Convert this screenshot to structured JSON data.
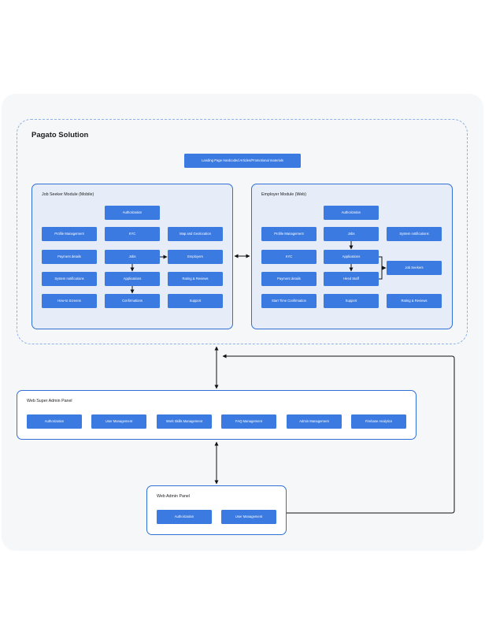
{
  "title": "Pagato Solution",
  "landing": "Landing Page Hardcoded Articles/Promotional materials",
  "job_seeker": {
    "title": "Job Seeker Module (Mobile)",
    "authorization": "Authorization",
    "profile_management": "Profile Management",
    "kyc": "KYC",
    "map_geolocation": "Map and Geolocation",
    "payment_details": "Payment details",
    "jobs": "Jobs",
    "employers": "Employers",
    "system_notifications": "System notifications",
    "applications": "Applications",
    "rating_reviews": "Rating & Reviews",
    "how_to_screens": "How-to Screens",
    "confirmations": "Confirmations",
    "support": "Support"
  },
  "employer": {
    "title": "Employer Module (Web)",
    "authorization": "Authorization",
    "profile_management": "Profile Management",
    "jobs": "Jobs",
    "system_notifications": "System notifications",
    "kyc": "KYC",
    "applications": "Applications",
    "job_seekers": "Job Seekers",
    "payment_details": "Payment details",
    "hired_staff": "Hired Staff",
    "start_time_confirmation": "Start Time Confirmation",
    "support": "Support",
    "rating_reviews": "Rating & Reviews"
  },
  "super_admin": {
    "title": "Web Super Admin Panel",
    "authorization": "Authorization",
    "user_management": "User Management",
    "work_skills": "Work Skills Management",
    "faq": "FAQ Management",
    "admin_management": "Admin Management",
    "firebase": "Firebase Analytics"
  },
  "admin": {
    "title": "Web Admin Panel",
    "authorization": "Authorization",
    "user_management": "User Management"
  }
}
